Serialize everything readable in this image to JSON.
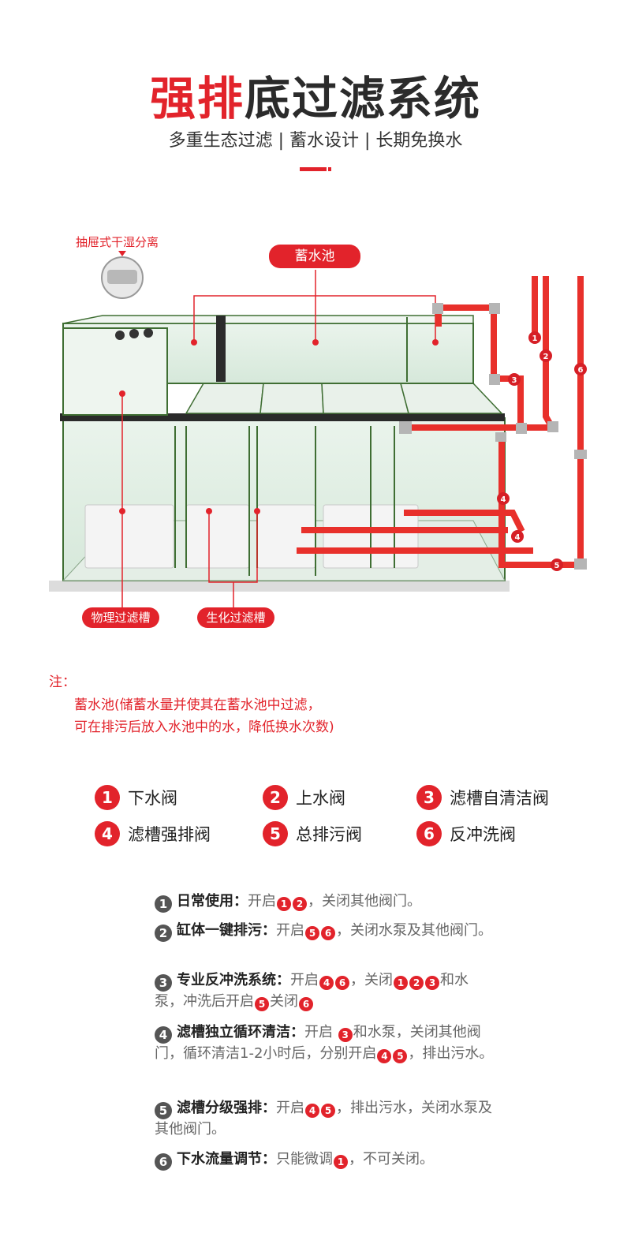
{
  "header": {
    "title_red": "强排",
    "title_dark": "底过滤系统",
    "subtitle": "多重生态过滤 | 蓄水设计 | 长期免换水"
  },
  "diagram": {
    "drawer_label": "抽屉式干湿分离",
    "reservoir_label": "蓄水池",
    "physical_filter_label": "物理过滤槽",
    "bio_filter_label": "生化过滤槽",
    "valve_markers": [
      "1",
      "2",
      "3",
      "4",
      "5",
      "6"
    ]
  },
  "note": {
    "label": "注：",
    "line1": "蓄水池(储蓄水量并使其在蓄水池中过滤，",
    "line2": "可在排污后放入水池中的水，降低换水次数)"
  },
  "legend": [
    {
      "num": "1",
      "label": "下水阀"
    },
    {
      "num": "2",
      "label": "上水阀"
    },
    {
      "num": "3",
      "label": "滤槽自清洁阀"
    },
    {
      "num": "4",
      "label": "滤槽强排阀"
    },
    {
      "num": "5",
      "label": "总排污阀"
    },
    {
      "num": "6",
      "label": "反冲洗阀"
    }
  ],
  "instructions": [
    {
      "idx": "1",
      "head": "日常使用：",
      "parts": [
        "开启",
        "1",
        "2",
        "，关闭其他阀门。"
      ]
    },
    {
      "idx": "2",
      "head": "缸体一键排污：",
      "parts": [
        "开启",
        "5",
        "6",
        "，关闭水泵及其他阀门。"
      ]
    },
    {
      "idx": "3",
      "head": "专业反冲洗系统：",
      "parts": [
        "开启",
        "4",
        "6",
        "，关闭",
        "1",
        "2",
        "3",
        "和水泵，冲洗后开启",
        "5",
        "关闭",
        "6"
      ]
    },
    {
      "idx": "4",
      "head": "滤槽独立循环清洁：",
      "parts": [
        "开启 ",
        "3",
        "和水泵，关闭其他阀门，循环清洁1-2小时后，分别开启",
        "4",
        "5",
        "，排出污水。"
      ]
    },
    {
      "idx": "5",
      "head": "滤槽分级强排：",
      "parts": [
        "开启",
        "4",
        "5",
        "，排出污水，关闭水泵及其他阀门。"
      ]
    },
    {
      "idx": "6",
      "head": "下水流量调节：",
      "parts": [
        "只能微调",
        "1",
        "，不可关闭。"
      ]
    }
  ],
  "colors": {
    "accent": "#e2232b",
    "glass": "#4a7a3a",
    "pipe": "#e8302b"
  }
}
